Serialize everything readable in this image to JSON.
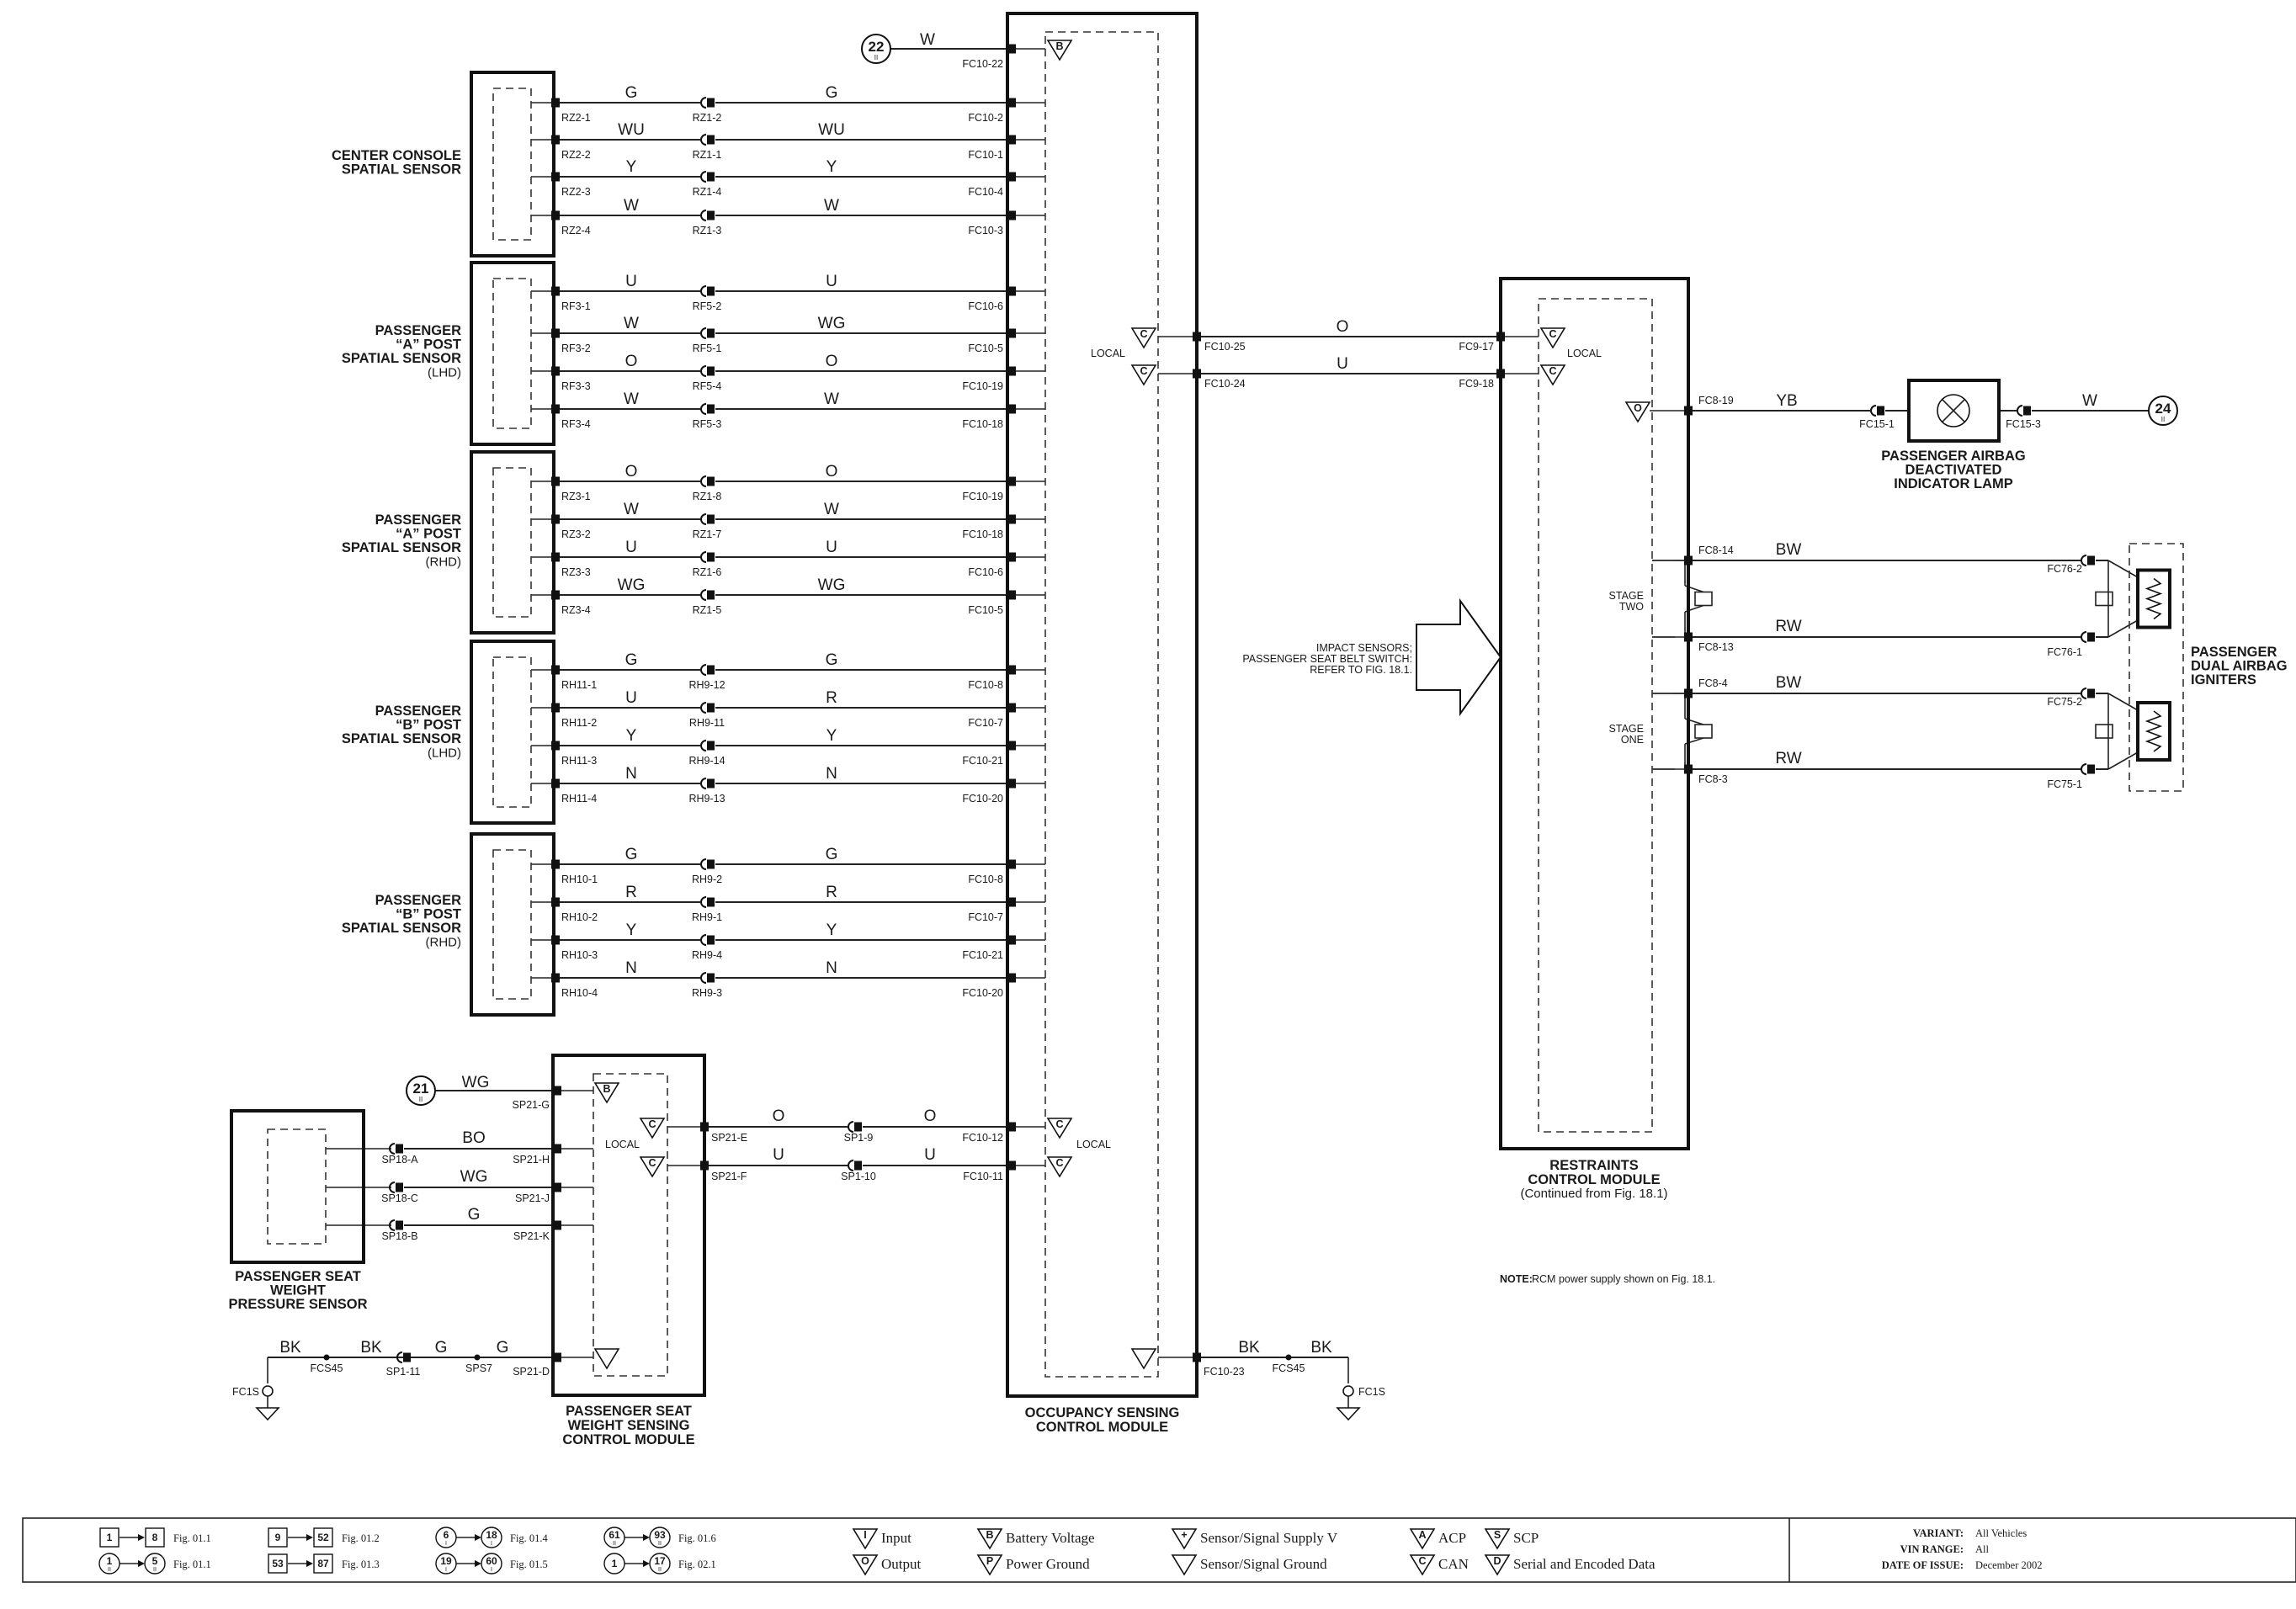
{
  "components": {
    "center_console_sensor": [
      "CENTER CONSOLE",
      "SPATIAL SENSOR"
    ],
    "a_post_lhd": [
      "PASSENGER",
      "“A” POST",
      "SPATIAL SENSOR",
      "(LHD)"
    ],
    "a_post_rhd": [
      "PASSENGER",
      "“A” POST",
      "SPATIAL SENSOR",
      "(RHD)"
    ],
    "b_post_lhd": [
      "PASSENGER",
      "“B” POST",
      "SPATIAL SENSOR",
      "(LHD)"
    ],
    "b_post_rhd": [
      "PASSENGER",
      "“B” POST",
      "SPATIAL SENSOR",
      "(RHD)"
    ],
    "weight_sensor": [
      "PASSENGER SEAT",
      "WEIGHT",
      "PRESSURE SENSOR"
    ],
    "weight_module": [
      "PASSENGER SEAT",
      "WEIGHT SENSING",
      "CONTROL MODULE"
    ],
    "osm": [
      "OCCUPANCY SENSING",
      "CONTROL MODULE"
    ],
    "rcm": [
      "RESTRAINTS",
      "CONTROL MODULE",
      "(Continued from Fig. 18.1)"
    ],
    "lamp": [
      "PASSENGER AIRBAG",
      "DEACTIVATED",
      "INDICATOR LAMP"
    ],
    "igniters": [
      "PASSENGER",
      "DUAL AIRBAG",
      "IGNITERS"
    ]
  },
  "sensor_groups": [
    {
      "rows": [
        {
          "a": "RZ2-1",
          "wl": "G",
          "b": "RZ1-2",
          "wr": "G",
          "c": "FC10-2"
        },
        {
          "a": "RZ2-2",
          "wl": "WU",
          "b": "RZ1-1",
          "wr": "WU",
          "c": "FC10-1"
        },
        {
          "a": "RZ2-3",
          "wl": "Y",
          "b": "RZ1-4",
          "wr": "Y",
          "c": "FC10-4"
        },
        {
          "a": "RZ2-4",
          "wl": "W",
          "b": "RZ1-3",
          "wr": "W",
          "c": "FC10-3"
        }
      ]
    },
    {
      "rows": [
        {
          "a": "RF3-1",
          "wl": "U",
          "b": "RF5-2",
          "wr": "U",
          "c": "FC10-6"
        },
        {
          "a": "RF3-2",
          "wl": "W",
          "b": "RF5-1",
          "wr": "WG",
          "c": "FC10-5"
        },
        {
          "a": "RF3-3",
          "wl": "O",
          "b": "RF5-4",
          "wr": "O",
          "c": "FC10-19"
        },
        {
          "a": "RF3-4",
          "wl": "W",
          "b": "RF5-3",
          "wr": "W",
          "c": "FC10-18"
        }
      ]
    },
    {
      "rows": [
        {
          "a": "RZ3-1",
          "wl": "O",
          "b": "RZ1-8",
          "wr": "O",
          "c": "FC10-19"
        },
        {
          "a": "RZ3-2",
          "wl": "W",
          "b": "RZ1-7",
          "wr": "W",
          "c": "FC10-18"
        },
        {
          "a": "RZ3-3",
          "wl": "U",
          "b": "RZ1-6",
          "wr": "U",
          "c": "FC10-6"
        },
        {
          "a": "RZ3-4",
          "wl": "WG",
          "b": "RZ1-5",
          "wr": "WG",
          "c": "FC10-5"
        }
      ]
    },
    {
      "rows": [
        {
          "a": "RH11-1",
          "wl": "G",
          "b": "RH9-12",
          "wr": "G",
          "c": "FC10-8"
        },
        {
          "a": "RH11-2",
          "wl": "U",
          "b": "RH9-11",
          "wr": "R",
          "c": "FC10-7"
        },
        {
          "a": "RH11-3",
          "wl": "Y",
          "b": "RH9-14",
          "wr": "Y",
          "c": "FC10-21"
        },
        {
          "a": "RH11-4",
          "wl": "N",
          "b": "RH9-13",
          "wr": "N",
          "c": "FC10-20"
        }
      ]
    },
    {
      "rows": [
        {
          "a": "RH10-1",
          "wl": "G",
          "b": "RH9-2",
          "wr": "G",
          "c": "FC10-8"
        },
        {
          "a": "RH10-2",
          "wl": "R",
          "b": "RH9-1",
          "wr": "R",
          "c": "FC10-7"
        },
        {
          "a": "RH10-3",
          "wl": "Y",
          "b": "RH9-4",
          "wr": "Y",
          "c": "FC10-21"
        },
        {
          "a": "RH10-4",
          "wl": "N",
          "b": "RH9-3",
          "wr": "N",
          "c": "FC10-20"
        }
      ]
    }
  ],
  "top": {
    "ref": "22",
    "ref_sub": "II",
    "wire": "W",
    "pin": "FC10-22",
    "sym": "B"
  },
  "osm_rcm": {
    "local": "LOCAL",
    "rows": [
      {
        "sym": "C",
        "osm_pin": "FC10-25",
        "wire": "O",
        "rcm_pin": "FC9-17"
      },
      {
        "sym": "C",
        "osm_pin": "FC10-24",
        "wire": "U",
        "rcm_pin": "FC9-18"
      }
    ]
  },
  "lamp_circuit": {
    "sym": "O",
    "pin": "FC8-19",
    "wire1": "YB",
    "p1": "FC15-1",
    "p2": "FC15-3",
    "wire2": "W",
    "ref": "24",
    "ref_sub": "II"
  },
  "igniter_circuit": {
    "stage_two": [
      "STAGE",
      "TWO"
    ],
    "stage_one": [
      "STAGE",
      "ONE"
    ],
    "rows": [
      {
        "rcm": "FC8-14",
        "wire": "BW",
        "ign": "FC76-2"
      },
      {
        "rcm": "FC8-13",
        "wire": "RW",
        "ign": "FC76-1"
      },
      {
        "rcm": "FC8-4",
        "wire": "BW",
        "ign": "FC75-2"
      },
      {
        "rcm": "FC8-3",
        "wire": "RW",
        "ign": "FC75-1"
      }
    ]
  },
  "impact_note": [
    "IMPACT SENSORS;",
    "PASSENGER SEAT BELT SWITCH:",
    "REFER TO FIG. 18.1."
  ],
  "weight_circuit": {
    "ref": "21",
    "ref_sub": "II",
    "ref_wire": "WG",
    "ref_pin": "SP21-G",
    "sym": "B",
    "local": "LOCAL",
    "rows": [
      {
        "a": "SP18-A",
        "wire": "BO",
        "b": "SP21-H"
      },
      {
        "a": "SP18-C",
        "wire": "WG",
        "b": "SP21-J"
      },
      {
        "a": "SP18-B",
        "wire": "G",
        "b": "SP21-K"
      }
    ],
    "bus": [
      {
        "sym": "C",
        "a": "SP21-E",
        "wl": "O",
        "b": "SP1-9",
        "wr": "O",
        "c": "FC10-12"
      },
      {
        "sym": "C",
        "a": "SP21-F",
        "wl": "U",
        "b": "SP1-10",
        "wr": "U",
        "c": "FC10-11"
      }
    ],
    "osm_local": "LOCAL",
    "ground": {
      "pin": "SP21-D",
      "w1": "BK",
      "splice1": "FCS45",
      "w2": "BK",
      "p2": "SP1-11",
      "w3": "G",
      "splice2": "SPS7",
      "w4": "G",
      "gnd": "FC1S"
    }
  },
  "osm_ground": {
    "pin": "FC10-23",
    "w1": "BK",
    "splice": "FCS45",
    "w2": "BK",
    "gnd": "FC1S"
  },
  "note": {
    "head": "NOTE:",
    "text": "RCM power supply shown on Fig. 18.1."
  },
  "legend": {
    "figs": [
      {
        "a": "1",
        "b": "8",
        "fig": "Fig. 01.1"
      },
      {
        "a": "1",
        "a_sub": "II",
        "b": "5",
        "b_sub": "II",
        "fig": "Fig. 01.1"
      },
      {
        "a": "9",
        "b": "52",
        "fig": "Fig. 01.2"
      },
      {
        "a": "53",
        "b": "87",
        "fig": "Fig. 01.3"
      },
      {
        "a": "6",
        "a_sub": "I",
        "b": "18",
        "b_sub": "I",
        "fig": "Fig. 01.4"
      },
      {
        "a": "19",
        "a_sub": "I",
        "b": "60",
        "b_sub": "I",
        "fig": "Fig. 01.5"
      },
      {
        "a": "61",
        "a_sub": "II",
        "b": "93",
        "b_sub": "II",
        "fig": "Fig. 01.6"
      },
      {
        "a": "1",
        "b": "17",
        "b_sub": "II",
        "fig": "Fig. 02.1"
      }
    ],
    "symbols": [
      {
        "sym": "I",
        "label": "Input"
      },
      {
        "sym": "O",
        "label": "Output"
      },
      {
        "sym": "B",
        "label": "Battery Voltage"
      },
      {
        "sym": "P",
        "label": "Power Ground"
      },
      {
        "sym": "+",
        "label": "Sensor/Signal Supply V"
      },
      {
        "sym": "",
        "label": "Sensor/Signal Ground"
      },
      {
        "sym": "A",
        "label": "ACP"
      },
      {
        "sym": "C",
        "label": "CAN"
      },
      {
        "sym": "S",
        "label": "SCP"
      },
      {
        "sym": "D",
        "label": "Serial and Encoded Data"
      }
    ],
    "variant_label": "VARIANT:",
    "variant": "All Vehicles",
    "vin_label": "VIN RANGE:",
    "vin": "All",
    "date_label": "DATE OF ISSUE:",
    "date": "December 2002"
  }
}
